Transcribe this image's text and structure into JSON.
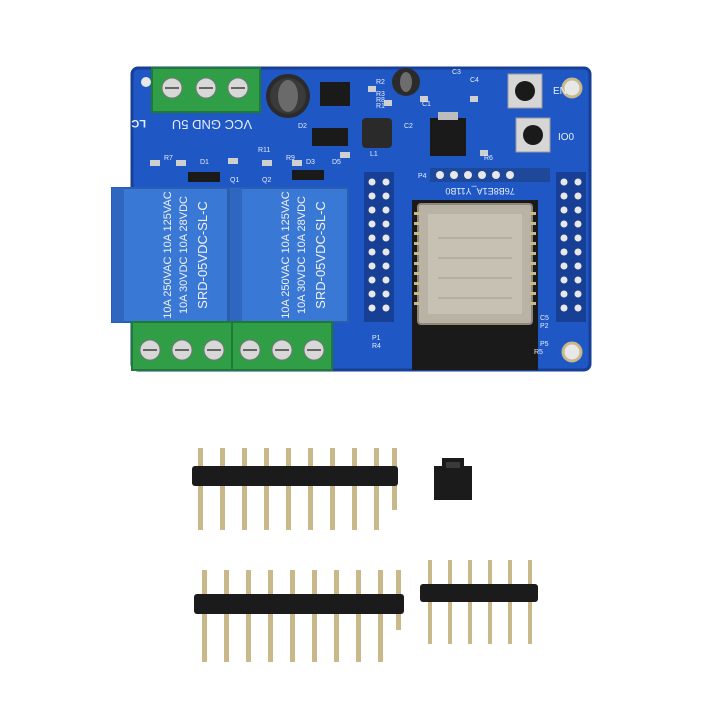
{
  "board": {
    "power_label": "VCC GND 5U",
    "board_id": "LC",
    "module_id": "76B8E1A_Y11B0",
    "relay_1": {
      "line1": "10A 250VAC  10A 125VAC",
      "line2": "10A 30VDC  10A 28VDC",
      "model": "SRD-05VDC-SL-C"
    },
    "relay_2": {
      "line1": "10A 250VAC  10A 125VAC",
      "line2": "10A 30VDC  10A 28VDC",
      "model": "SRD-05VDC-SL-C"
    },
    "button_en": "EN",
    "button_io0": "IO0",
    "silkscreen": [
      "C4",
      "C3",
      "R2",
      "R3",
      "C1",
      "C2",
      "R1",
      "R8",
      "D2",
      "L1",
      "P4",
      "P1",
      "P2",
      "R7",
      "R9",
      "D1",
      "D3",
      "R11",
      "D5",
      "Q1",
      "Q2",
      "R4",
      "R5",
      "R6",
      "C5",
      "P5"
    ]
  },
  "colors": {
    "pcb": "#1f57c4",
    "pcb_dark": "#163f95",
    "terminal": "#2f9e46",
    "relay": "#3a78d6",
    "module": "#b9b3a6",
    "pin_gold": "#c9b98a",
    "header_black": "#1b1b1b"
  }
}
